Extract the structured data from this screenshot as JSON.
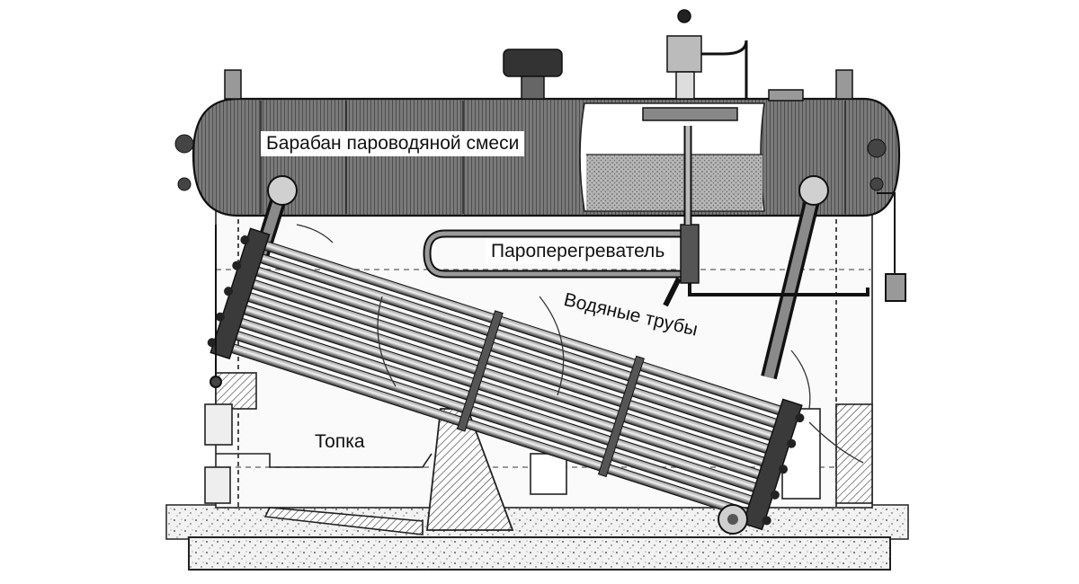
{
  "labels": {
    "drum": "Барабан пароводяной смеси",
    "superheater": "Пароперегреватель",
    "water_tubes": "Водяные трубы",
    "furnace": "Топка"
  },
  "colors": {
    "ink": "#1a1a1a",
    "paper": "#ffffff",
    "shade": "#6b6b6b",
    "water": "#8c8c8c"
  }
}
